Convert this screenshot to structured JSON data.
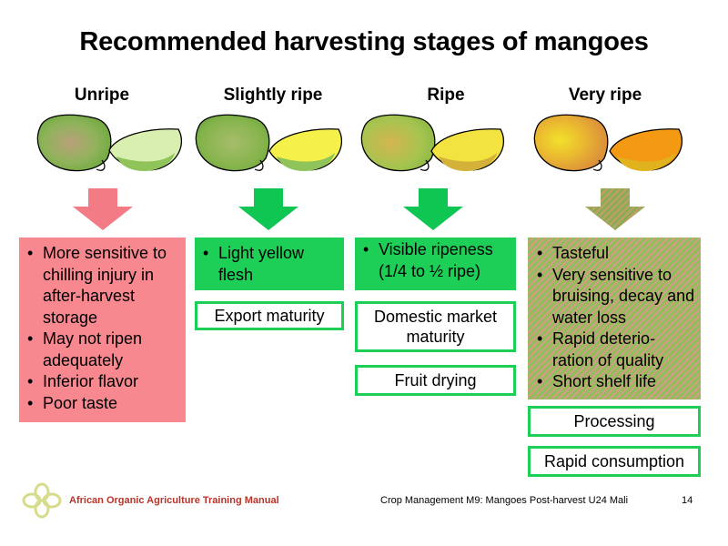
{
  "title": "Recommended harvesting stages of mangoes",
  "stages": [
    {
      "label": "Unripe"
    },
    {
      "label": "Slightly ripe"
    },
    {
      "label": "Ripe"
    },
    {
      "label": "Very ripe"
    }
  ],
  "unripe_notes": [
    "More sensitive to chilling injury in after-harvest storage",
    "May not ripen adequately",
    "Inferior flavor",
    "Poor taste"
  ],
  "slightly_ripe_notes": [
    "Light yellow flesh"
  ],
  "ripe_notes": [
    "Visible ripeness (1/4  to ½ ripe)"
  ],
  "very_ripe_notes": [
    "Tasteful",
    "Very sensitive to bruising, decay and water loss",
    "Rapid deterio-ration of quality",
    "Short shelf life"
  ],
  "uses": {
    "export": "Export maturity",
    "domestic": "Domestic market maturity",
    "drying": "Fruit drying",
    "processing": "Processing",
    "consumption": "Rapid consumption"
  },
  "footer": {
    "manual": "African Organic Agriculture Training Manual",
    "module": "Crop Management M9: Mangoes Post-harvest U24 Mali",
    "page": "14"
  },
  "colors": {
    "unripe_box": "#f7888f",
    "ripe_box": "#1dcf57",
    "unripe_arrow": "#f27b86",
    "green_arrow": "#0fc652"
  },
  "icons": [
    "mango-icon",
    "down-arrow-icon",
    "logo-knot-icon"
  ]
}
